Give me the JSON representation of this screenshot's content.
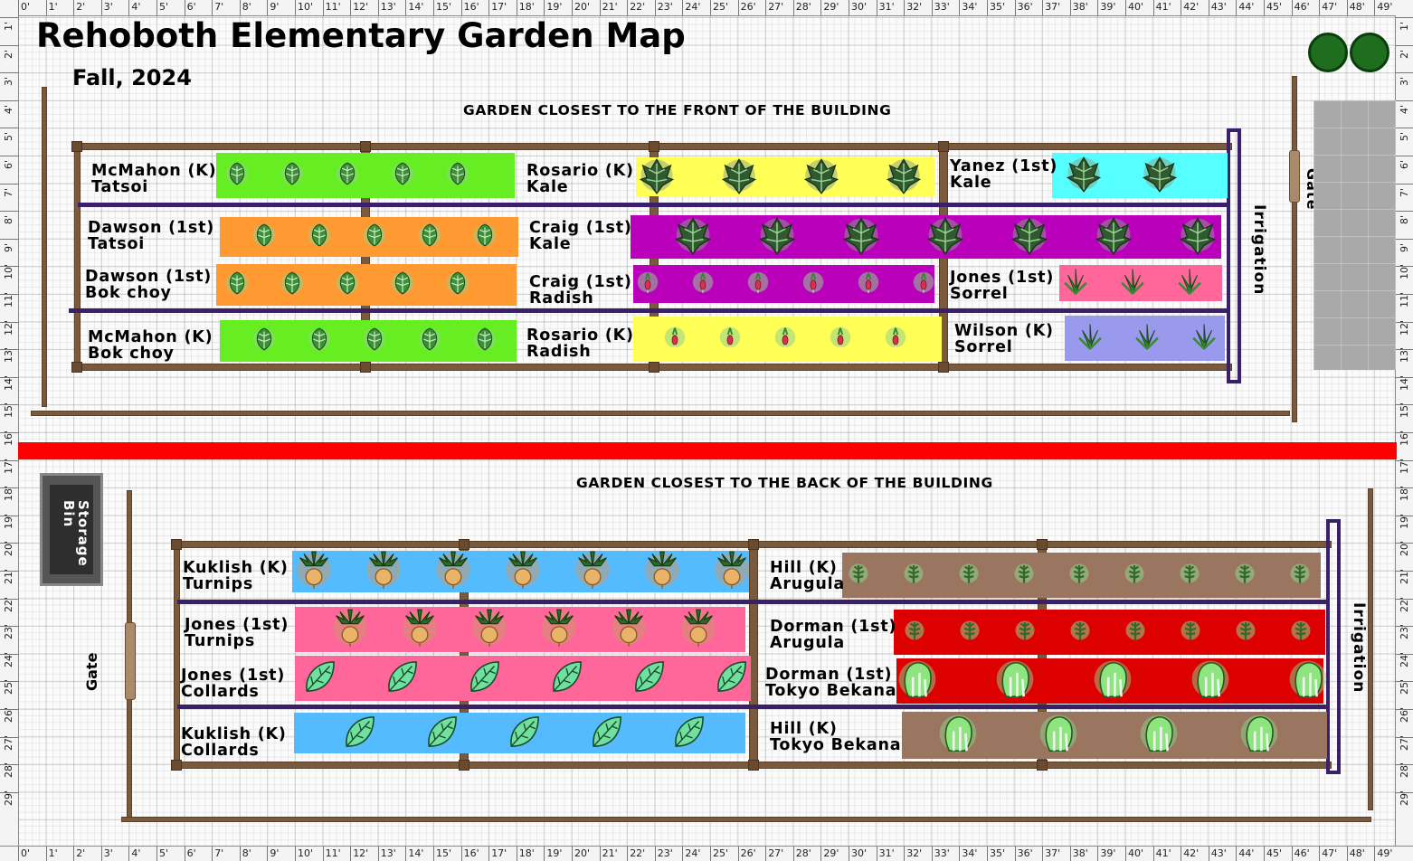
{
  "title": "Rehoboth Elementary Garden Map",
  "subtitle": "Fall, 2024",
  "front_section_label": "GARDEN CLOSEST TO THE FRONT OF THE BUILDING",
  "back_section_label": "GARDEN CLOSEST TO THE BACK OF THE BUILDING",
  "irrigation_label": "Irrigation",
  "gate_label": "Gate",
  "storage_label": "Storage Bin",
  "ruler_labels": [
    "0'",
    "1'",
    "2'",
    "3'",
    "4'",
    "5'",
    "6'",
    "7'",
    "8'",
    "9'",
    "10'",
    "11'",
    "12'",
    "13'",
    "14'",
    "15'",
    "16'",
    "17'",
    "18'",
    "19'",
    "20'",
    "21'",
    "22'",
    "23'",
    "24'",
    "25'",
    "26'",
    "27'",
    "28'",
    "29'",
    "30'",
    "31'",
    "32'",
    "33'",
    "34'",
    "35'",
    "36'",
    "37'",
    "38'",
    "39'",
    "40'",
    "41'",
    "42'",
    "43'",
    "44'",
    "45'",
    "46'",
    "47'",
    "48'",
    "49'"
  ],
  "ruler_v_labels": [
    "1'",
    "2'",
    "3'",
    "4'",
    "5'",
    "6'",
    "7'",
    "8'",
    "9'",
    "10'",
    "11'",
    "12'",
    "13'",
    "14'",
    "15'",
    "16'",
    "17'",
    "18'",
    "19'",
    "20'",
    "21'",
    "22'",
    "23'",
    "24'",
    "25'",
    "26'",
    "27'",
    "28'",
    "29'"
  ],
  "colors": {
    "frame": "#7a5a3c",
    "divider": "#3a1f6a",
    "boundary": "#ff0000",
    "green": "#66ee22",
    "yellow": "#ffff55",
    "cyan": "#55ffff",
    "orange": "#ff9a33",
    "magenta": "#bb00bb",
    "pink": "#ff6699",
    "lavender": "#9999ee",
    "blue": "#55bbff",
    "brown": "#9a7560",
    "red": "#dd0000"
  },
  "front_beds": [
    {
      "class": "McMahon (K)",
      "crop": "Tatsoi",
      "color": "green",
      "plant": "leafy-green-icon"
    },
    {
      "class": "Rosario (K)",
      "crop": "Kale",
      "color": "yellow",
      "plant": "kale-icon"
    },
    {
      "class": "Yanez (1st)",
      "crop": "Kale",
      "color": "cyan",
      "plant": "kale-icon"
    },
    {
      "class": "Dawson (1st)",
      "crop": "Tatsoi",
      "color": "orange",
      "plant": "leafy-green-icon"
    },
    {
      "class": "Craig (1st)",
      "crop": "Kale",
      "color": "magenta",
      "plant": "kale-icon"
    },
    {
      "class": "Dawson (1st)",
      "crop": "Bok choy",
      "color": "orange",
      "plant": "leafy-green-icon"
    },
    {
      "class": "Craig (1st)",
      "crop": "Radish",
      "color": "magenta",
      "plant": "radish-icon"
    },
    {
      "class": "Jones (1st)",
      "crop": "Sorrel",
      "color": "pink",
      "plant": "sorrel-icon"
    },
    {
      "class": "McMahon (K)",
      "crop": "Bok choy",
      "color": "green",
      "plant": "leafy-green-icon"
    },
    {
      "class": "Rosario (K)",
      "crop": "Radish",
      "color": "yellow",
      "plant": "radish-icon"
    },
    {
      "class": "Wilson (K)",
      "crop": "Sorrel",
      "color": "lavender",
      "plant": "sorrel-icon"
    }
  ],
  "back_beds": [
    {
      "class": "Kuklish (K)",
      "crop": "Turnips",
      "color": "blue",
      "plant": "turnip-icon"
    },
    {
      "class": "Hill (K)",
      "crop": "Arugula",
      "color": "brown",
      "plant": "arugula-icon"
    },
    {
      "class": "Jones (1st)",
      "crop": "Turnips",
      "color": "pink",
      "plant": "turnip-icon"
    },
    {
      "class": "Dorman (1st)",
      "crop": "Arugula",
      "color": "red",
      "plant": "arugula-icon"
    },
    {
      "class": "Jones (1st)",
      "crop": "Collards",
      "color": "pink",
      "plant": "collard-icon"
    },
    {
      "class": "Dorman (1st)",
      "crop": "Tokyo Bekana",
      "color": "red",
      "plant": "bekana-icon"
    },
    {
      "class": "Kuklish (K)",
      "crop": "Collards",
      "color": "blue",
      "plant": "collard-icon"
    },
    {
      "class": "Hill (K)",
      "crop": "Tokyo Bekana",
      "color": "brown",
      "plant": "bekana-icon"
    }
  ]
}
